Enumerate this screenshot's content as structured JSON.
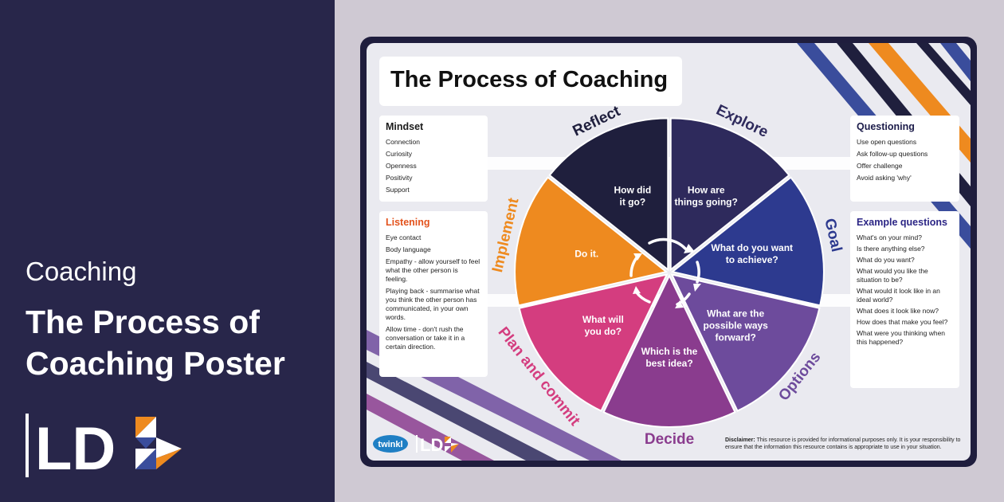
{
  "banner": {
    "category": "Coaching",
    "title_line1": "The Process of",
    "title_line2": "Coaching Poster",
    "logo_text": "LD"
  },
  "poster": {
    "title": "The Process of Coaching",
    "mindset": {
      "heading": "Mindset",
      "items": [
        "Connection",
        "Curiosity",
        "Openness",
        "Positivity",
        "Support"
      ]
    },
    "listening": {
      "heading": "Listening",
      "items": [
        "Eye contact",
        "Body language",
        "Empathy - allow yourself to feel what the other person is feeling.",
        "Playing back - summarise what you think the other person has communicated, in your own words.",
        "Allow time - don't rush the conversation or take it in a certain direction."
      ]
    },
    "questioning": {
      "heading": "Questioning",
      "items": [
        "Use open questions",
        "Ask follow-up questions",
        "Offer challenge",
        "Avoid asking 'why'"
      ]
    },
    "example_questions": {
      "heading": "Example questions",
      "items": [
        "What's on your mind?",
        "Is there anything else?",
        "What do you want?",
        "What would you like the situation to be?",
        "What would it look like in an ideal world?",
        "What does it look like now?",
        "How does that make you feel?",
        "What were you thinking when this happened?"
      ]
    },
    "stages": [
      {
        "label": "Explore",
        "question_lines": [
          "How are",
          "things going?"
        ],
        "color": "#2e2a5c"
      },
      {
        "label": "Goal",
        "question_lines": [
          "What do you want",
          "to achieve?"
        ],
        "color": "#2d3a8f"
      },
      {
        "label": "Options",
        "question_lines": [
          "What are the",
          "possible ways",
          "forward?"
        ],
        "color": "#6d4b9c"
      },
      {
        "label": "Decide",
        "question_lines": [
          "Which is the",
          "best idea?"
        ],
        "color": "#8a3c8e"
      },
      {
        "label": "Plan and commit",
        "question_lines": [
          "What will",
          "you do?"
        ],
        "color": "#d43d7f"
      },
      {
        "label": "Implement",
        "question_lines": [
          "Do it."
        ],
        "color": "#ee8a1f"
      },
      {
        "label": "Reflect",
        "question_lines": [
          "How did",
          "it go?"
        ],
        "color": "#1f1f3d"
      }
    ],
    "footer": {
      "brand": "twinkl",
      "logo_text": "LD",
      "disclaimer_label": "Disclaimer:",
      "disclaimer_text": "This resource is provided for informational purposes only. It is your responsibility to ensure that the information this resource contains is appropriate to use in your situation."
    }
  }
}
